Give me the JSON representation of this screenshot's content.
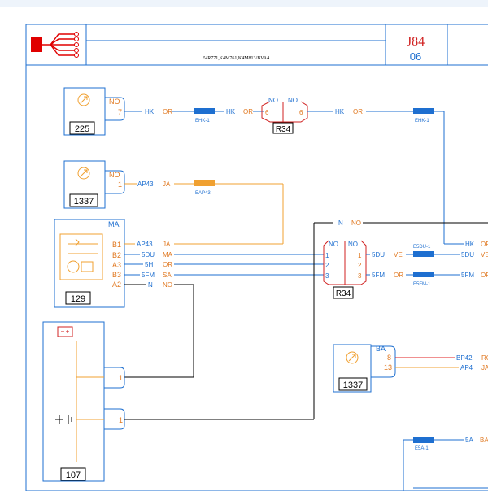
{
  "title_block": {
    "doc_code": "J84",
    "sheet": "06",
    "variant_line": "F4R771,K4M761,K4M813/BVA4"
  },
  "components": {
    "c225": {
      "id": "225"
    },
    "c1337_top": {
      "id": "1337"
    },
    "c129": {
      "id": "129",
      "connector": "MA",
      "pins": [
        "B1",
        "B2",
        "A3",
        "B3",
        "A2"
      ]
    },
    "c107": {
      "id": "107"
    },
    "c1337_bottom": {
      "id": "1337",
      "connector": "BA",
      "pins": [
        "8",
        "13"
      ]
    },
    "r34_top": {
      "id": "R34"
    },
    "r34_mid": {
      "id": "R34"
    }
  },
  "connectors": {
    "c225_conn": {
      "label": "NO",
      "pin": "7"
    },
    "c1337_conn": {
      "label": "NO",
      "pin": "1"
    },
    "r34_top_left": {
      "label": "NO",
      "pin": "6"
    },
    "r34_top_right": {
      "label": "NO",
      "pin": "6"
    },
    "r34_mid_left": {
      "label": "NO",
      "pins": [
        "1",
        "2",
        "3"
      ]
    },
    "r34_mid_right": {
      "label": "NO",
      "pins": [
        "1",
        "2",
        "3"
      ]
    },
    "c107_pin_a": "1",
    "c107_pin_b": "1"
  },
  "wires": {
    "w1_a": "HK",
    "w1_a_color": "OR",
    "w1_b": "HK",
    "w1_b_color": "OR",
    "w1_c": "HK",
    "w1_c_color": "OR",
    "w2": "AP43",
    "w2_color": "JA",
    "w3": "AP43",
    "w3_color": "JA",
    "w4": "5DU",
    "w4_color": "MA",
    "w5": "5H",
    "w5_color": "OR",
    "w6": "5FM",
    "w6_color": "SA",
    "w7": "N",
    "w7_color": "NO",
    "w8": "N",
    "w8_color": "NO",
    "w9": "5DU",
    "w9_color": "VE",
    "w10": "5FM",
    "w10_color": "OR",
    "w11": "HK",
    "w11_color": "OR",
    "w12": "5DU",
    "w12_color": "VE",
    "w13": "5FM",
    "w13_color": "OR",
    "w14": "BP42",
    "w14_color": "RG",
    "w15": "AP4",
    "w15_color": "JA",
    "w16": "5A",
    "w16_color": "BA"
  },
  "splices": {
    "ehk1_a": "EHK-1",
    "ehk1_b": "EHK-1",
    "eap43": "EAP43",
    "e5du1": "E5DU-1",
    "e5fm1": "E5FM-1",
    "e5a1": "E5A-1"
  },
  "colors": {
    "frame": "#1e6fd0",
    "wire_blue": "#1e6fd0",
    "wire_orange": "#f0a030",
    "wire_black": "#000000",
    "wire_red": "#e02020",
    "text_orange": "#e07820",
    "text_red": "#d02020",
    "splice_blue": "#1e6fd0",
    "splice_orange": "#f0a030",
    "logo_red": "#e00000"
  }
}
